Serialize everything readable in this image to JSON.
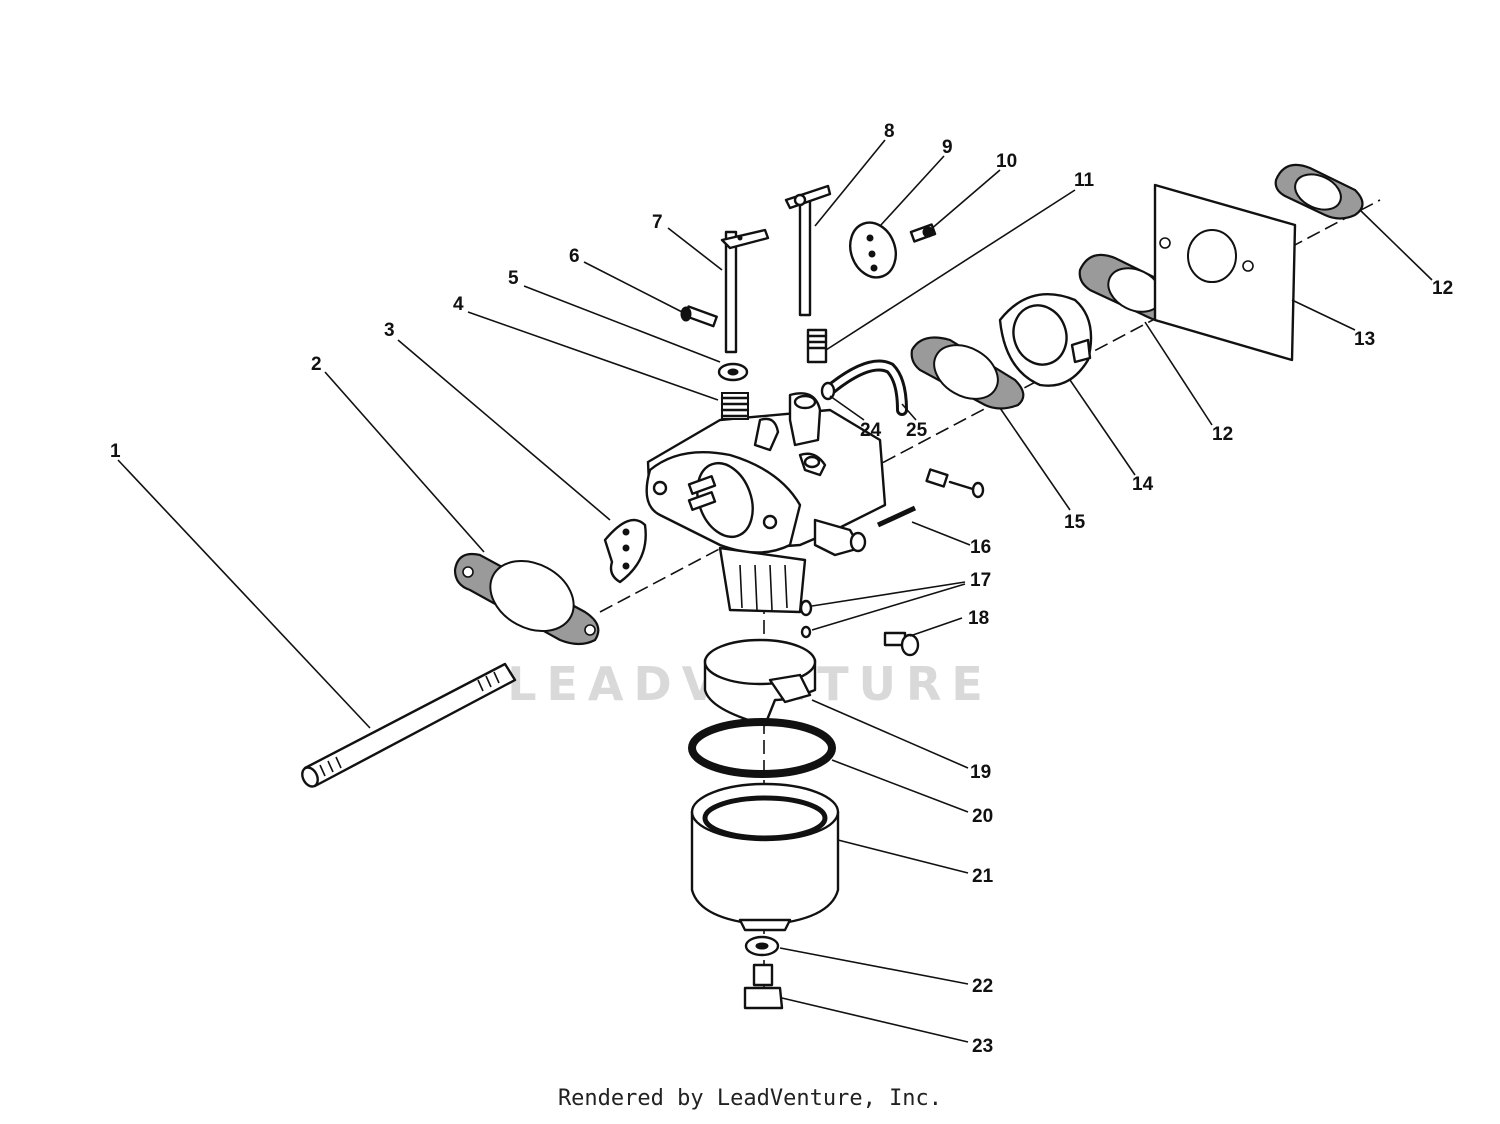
{
  "watermark": "LEADVENTURE",
  "footer": "Rendered by LeadVenture, Inc.",
  "callouts": [
    {
      "id": "1",
      "label": "1"
    },
    {
      "id": "2",
      "label": "2"
    },
    {
      "id": "3",
      "label": "3"
    },
    {
      "id": "4",
      "label": "4"
    },
    {
      "id": "5",
      "label": "5"
    },
    {
      "id": "6",
      "label": "6"
    },
    {
      "id": "7",
      "label": "7"
    },
    {
      "id": "8",
      "label": "8"
    },
    {
      "id": "9",
      "label": "9"
    },
    {
      "id": "10",
      "label": "10"
    },
    {
      "id": "11",
      "label": "11"
    },
    {
      "id": "12a",
      "label": "12"
    },
    {
      "id": "13",
      "label": "13"
    },
    {
      "id": "12b",
      "label": "12"
    },
    {
      "id": "14",
      "label": "14"
    },
    {
      "id": "12c",
      "label": "12"
    },
    {
      "id": "15",
      "label": "15"
    },
    {
      "id": "24",
      "label": "24"
    },
    {
      "id": "25",
      "label": "25"
    },
    {
      "id": "16",
      "label": "16"
    },
    {
      "id": "17",
      "label": "17"
    },
    {
      "id": "18",
      "label": "18"
    },
    {
      "id": "19",
      "label": "19"
    },
    {
      "id": "20",
      "label": "20"
    },
    {
      "id": "21",
      "label": "21"
    },
    {
      "id": "22",
      "label": "22"
    },
    {
      "id": "23",
      "label": "23"
    }
  ]
}
